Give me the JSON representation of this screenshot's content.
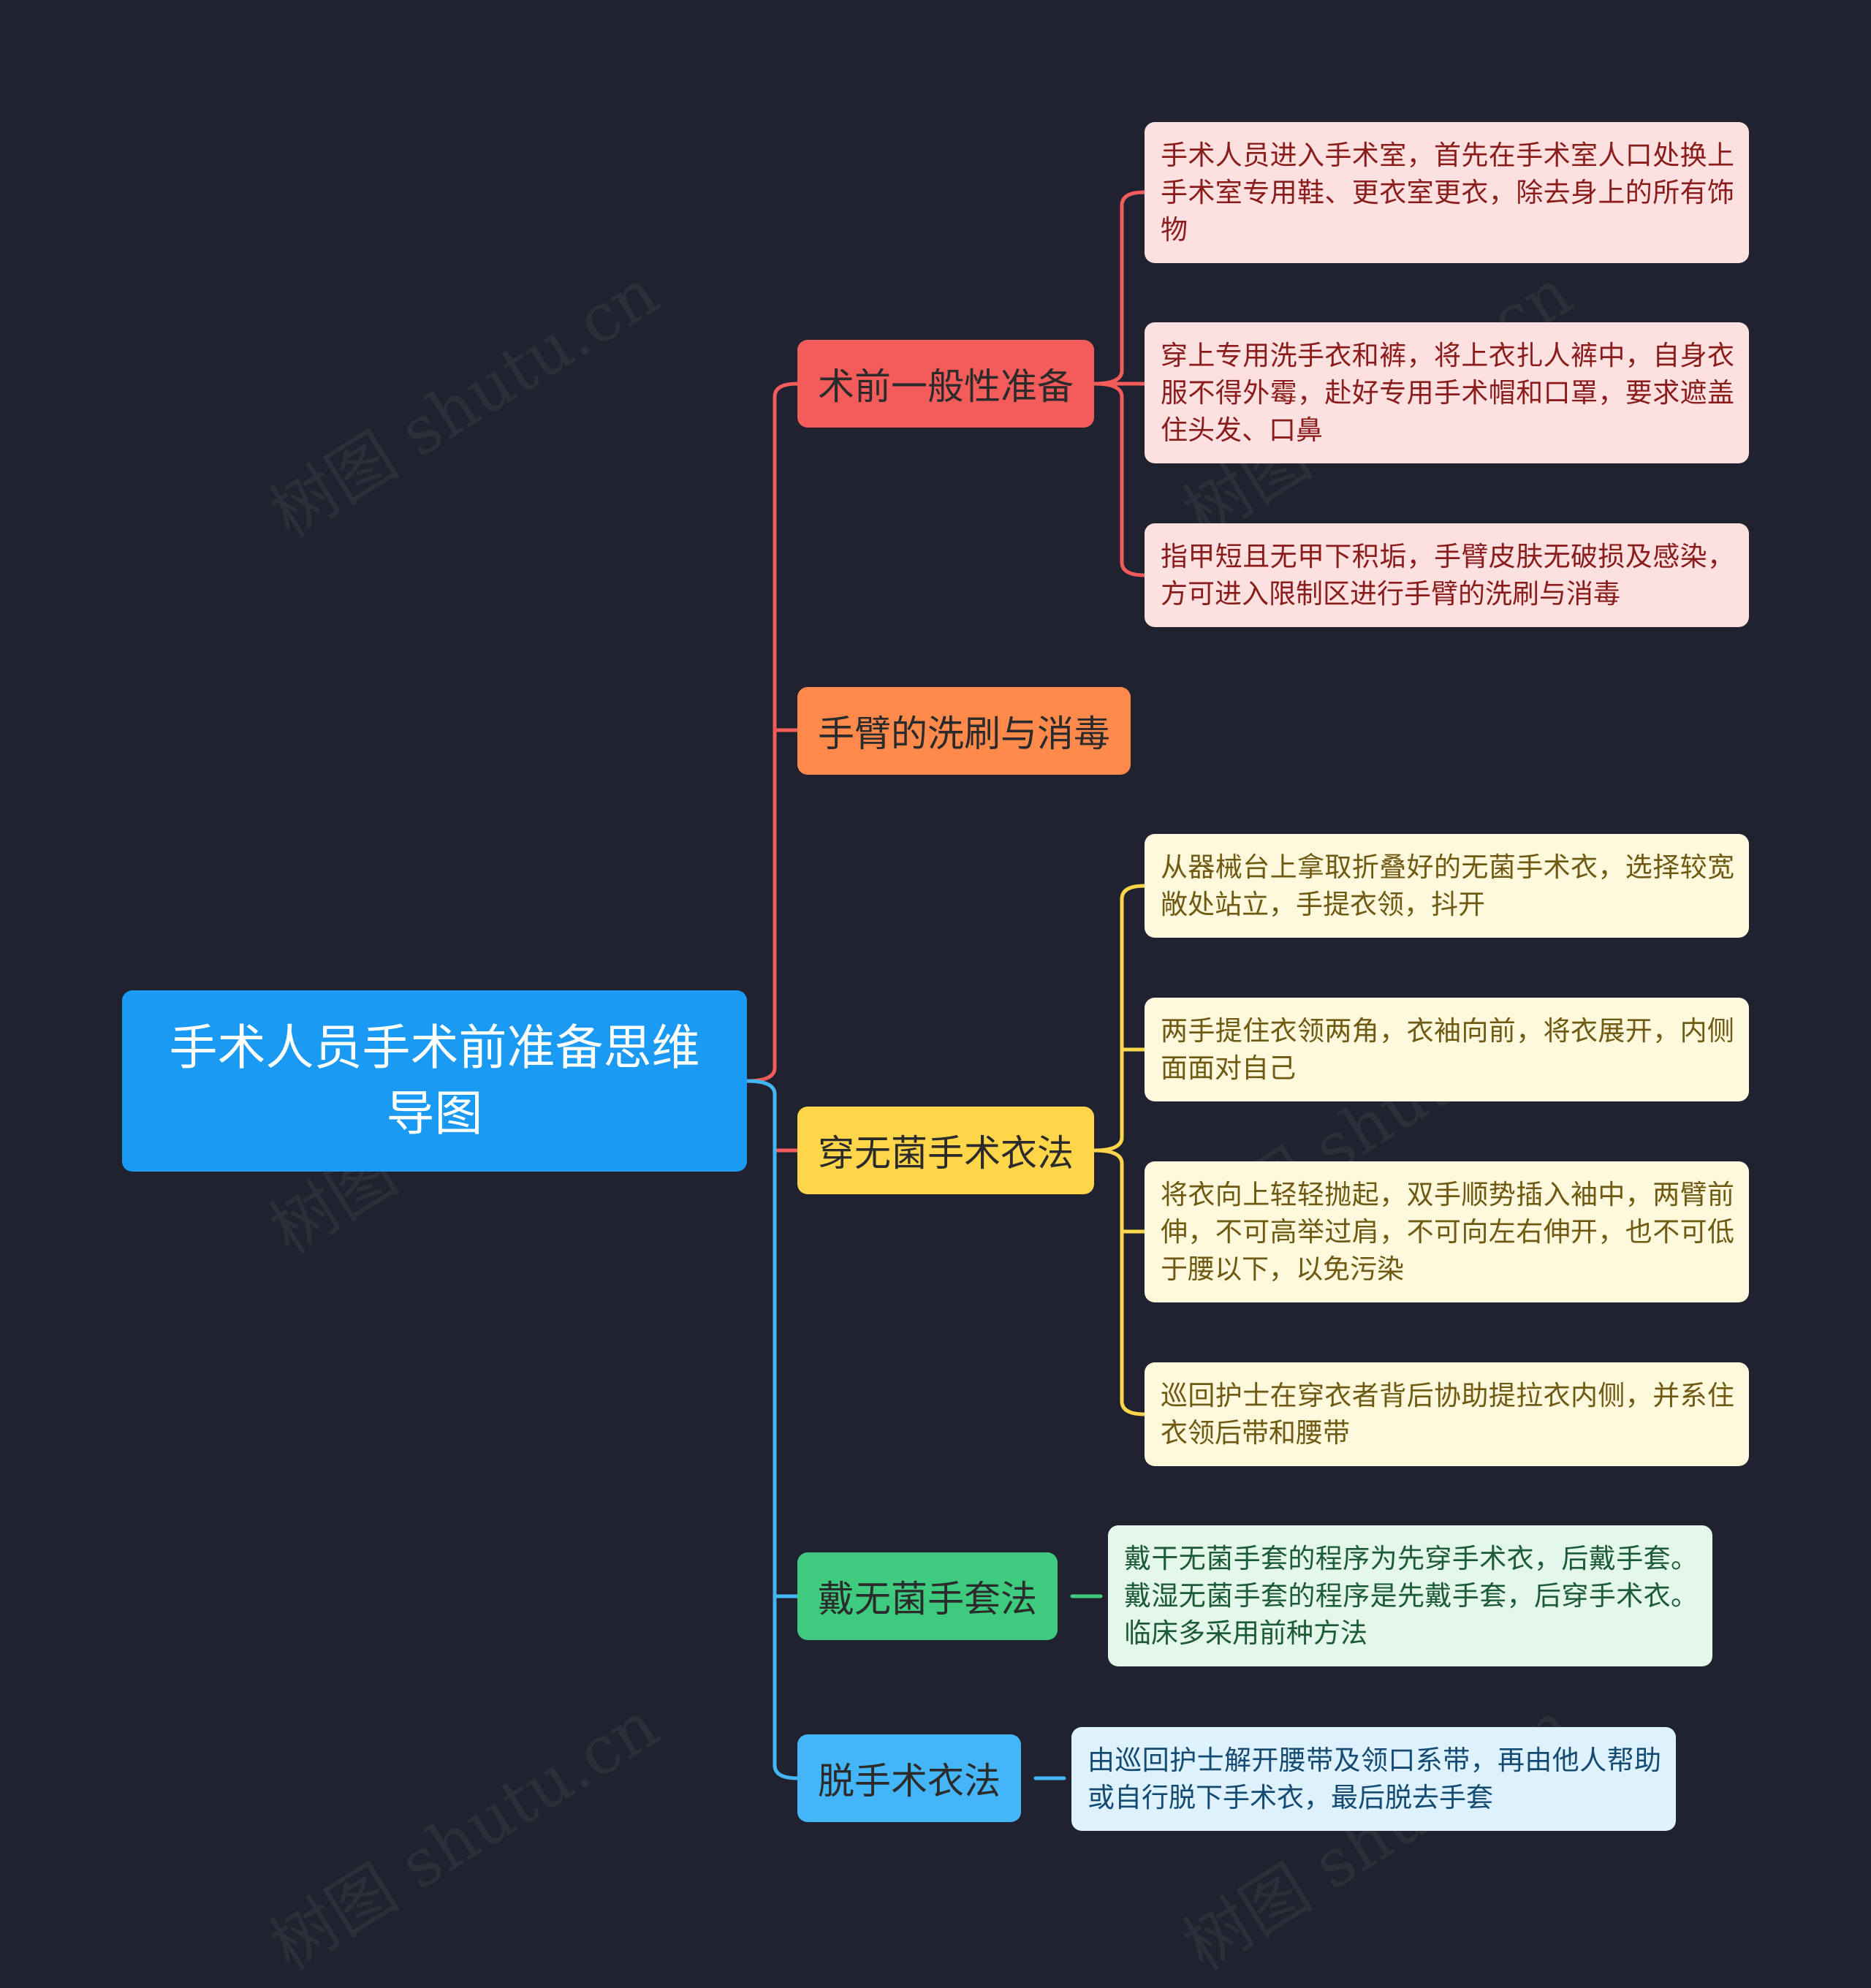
{
  "root": {
    "title": "手术人员手术前准备思维导图"
  },
  "colors": {
    "background": "#20232f",
    "root": "#1b9af3",
    "red": "#f45b5b",
    "red_leaf": "#fde0e0",
    "red_text": "#8a1c1c",
    "orange": "#ff8a4c",
    "yellow": "#ffd549",
    "yellow_leaf": "#fef8dc",
    "yellow_text": "#6e5a12",
    "green": "#3ecb7f",
    "green_leaf": "#e3f7ea",
    "green_text": "#1d5a37",
    "blue": "#44b6f7",
    "blue_leaf": "#def2fd",
    "blue_text": "#154b72"
  },
  "branches": [
    {
      "label": "术前一般性准备",
      "leaves": [
        "手术人员进入手术室，首先在手术室人口处换上手术室专用鞋、更衣室更衣，除去身上的所有饰物",
        "穿上专用洗手衣和裤，将上衣扎人裤中，自身衣服不得外霉，赴好专用手术帽和口罩，要求遮盖住头发、口鼻",
        "指甲短且无甲下积垢，手臂皮肤无破损及感染，方可进入限制区进行手臂的洗刷与消毒"
      ]
    },
    {
      "label": "手臂的洗刷与消毒",
      "leaves": []
    },
    {
      "label": "穿无菌手术衣法",
      "leaves": [
        "从器械台上拿取折叠好的无菌手术衣，选择较宽敞处站立，手提衣领，抖开",
        "两手提住衣领两角，衣袖向前，将衣展开，内侧面面对自己",
        "将衣向上轻轻抛起，双手顺势插入袖中，两臂前伸，不可高举过肩，不可向左右伸开，也不可低于腰以下，以免污染",
        "巡回护士在穿衣者背后协助提拉衣内侧，并系住衣领后带和腰带"
      ]
    },
    {
      "label": "戴无菌手套法",
      "leaves": [
        "戴干无菌手套的程序为先穿手术衣，后戴手套。戴湿无菌手套的程序是先戴手套，后穿手术衣。临床多采用前种方法"
      ]
    },
    {
      "label": "脱手术衣法",
      "leaves": [
        "由巡回护士解开腰带及领口系带，再由他人帮助或自行脱下手术衣，最后脱去手套"
      ]
    }
  ],
  "watermark": "树图 shutu.cn"
}
